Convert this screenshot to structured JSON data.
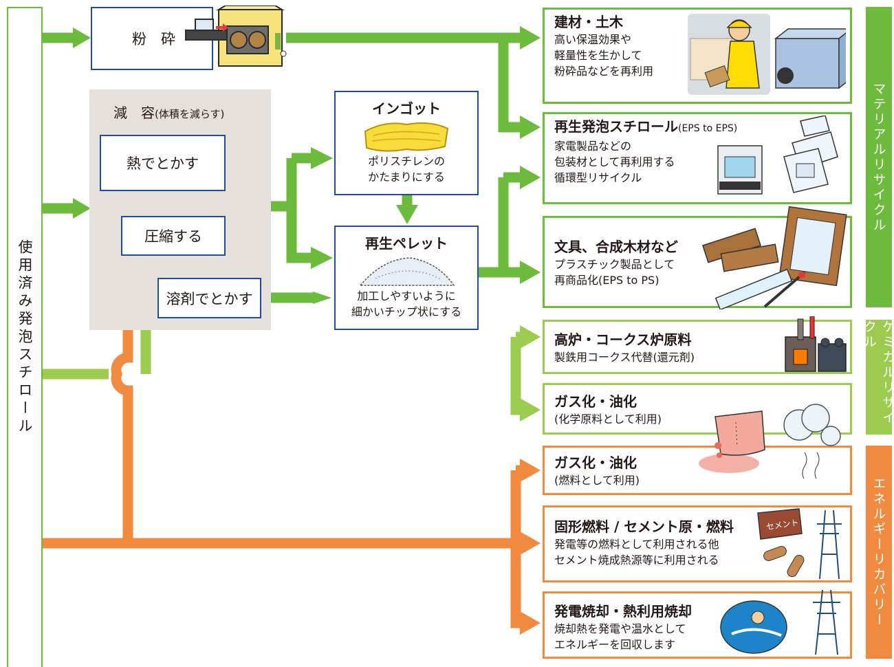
{
  "source": {
    "label": "使用済み発泡スチロール"
  },
  "process": {
    "crush": "粉　砕",
    "volume_reduction": {
      "title": "減　容",
      "note": "(体積を減らす)"
    },
    "melt_heat": "熱でとかす",
    "compress": "圧縮する",
    "melt_solvent": "溶剤でとかす"
  },
  "middle": {
    "ingot": {
      "title": "インゴット",
      "desc": [
        "ポリスチレンの",
        "かたまりにする"
      ]
    },
    "pellet": {
      "title": "再生ペレット",
      "desc": [
        "加工しやすいように",
        "細かいチップ状にする"
      ]
    }
  },
  "outputs": [
    {
      "title": "建材・土木",
      "desc": [
        "高い保温効果や",
        "軽量性を生かして",
        "粉砕品などを再利用"
      ]
    },
    {
      "title": "再生発泡スチロール",
      "title_note": "(EPS to EPS)",
      "desc": [
        "家電製品などの",
        "包装材として再利用する",
        "循環型リサイクル"
      ]
    },
    {
      "title": "文具、合成木材など",
      "desc": [
        "プラスチック製品として",
        "再商品化(EPS to PS)"
      ]
    },
    {
      "title": "高炉・コークス炉原料",
      "desc": [
        "製鉄用コークス代替(還元剤)"
      ]
    },
    {
      "title": "ガス化・油化",
      "desc": [
        "(化学原料として利用)"
      ]
    },
    {
      "title": "ガス化・油化",
      "desc": [
        "(燃料として利用)"
      ]
    },
    {
      "title": "固形燃料 / セメント原・燃料",
      "desc": [
        "発電等の燃料として利用される他",
        "セメント焼成熱源等に利用される"
      ]
    },
    {
      "title": "発電焼却・熱利用焼却",
      "desc": [
        "焼却熱を発電や温水として",
        "エネルギーを回収します"
      ]
    }
  ],
  "categories": {
    "material": "マテリアルリサイクル",
    "chemical": "ケミカルリサイクル",
    "energy": "エネルギーリカバリー"
  },
  "illustration_text": {
    "cement_bag": "セメント"
  },
  "colors": {
    "material": "#6cbb3c",
    "chemical": "#9ccc4e",
    "energy": "#f08a3e",
    "box_border": "#1f4e96",
    "volume_bg": "#e5e0dc"
  }
}
